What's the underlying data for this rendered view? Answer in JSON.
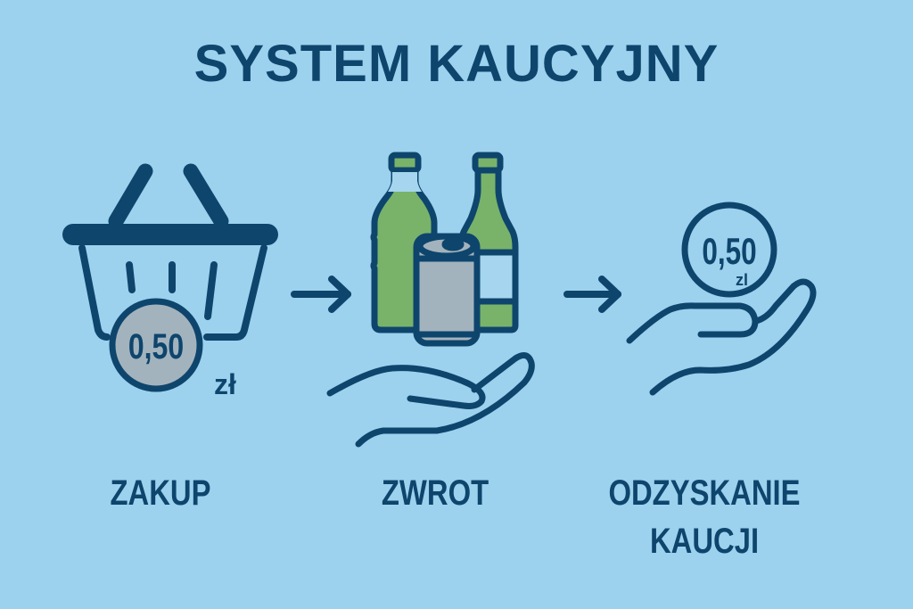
{
  "title": "SYSTEM KAUCYJNY",
  "colors": {
    "background": "#9dd2ee",
    "primary": "#0e456d",
    "bottle_green": "#79b36a",
    "can_gray": "#a3b3bd",
    "label_blue": "#a6d6ef"
  },
  "steps": [
    {
      "label": "ZAKUP",
      "icon": "shopping-basket-icon",
      "coin": {
        "amount": "0,50",
        "currency": "zł"
      }
    },
    {
      "label": "ZWROT",
      "icon": "bottles-and-can-over-hand-icon"
    },
    {
      "label_line1": "ODZYSKANIE",
      "label_line2": "KAUCJI",
      "icon": "coin-over-hand-icon",
      "coin": {
        "amount": "0,50",
        "currency": "zl"
      }
    }
  ],
  "arrows": [
    "arrow-right-icon",
    "arrow-right-icon"
  ]
}
